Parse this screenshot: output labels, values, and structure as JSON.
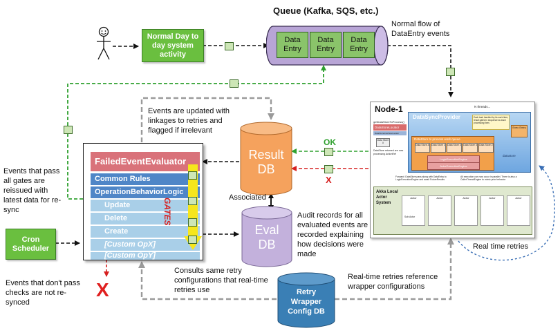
{
  "queue": {
    "title": "Queue (Kafka, SQS, etc.)",
    "entries": [
      "Data Entry",
      "Data Entry",
      "Data Entry"
    ]
  },
  "normal_activity": "Normal Day to day system activity",
  "normal_flow_note": "Normal flow of DataEntry events",
  "events_updated_note": "Events are updated with linkages to retries and flagged if irrelevant",
  "evaluator": {
    "title": "FailedEventEvaluator",
    "rules": [
      "Common Rules",
      "OperationBehaviorLogic"
    ],
    "ops": [
      "Update",
      "Delete",
      "Create",
      "[Custom OpX]",
      "[Custom OpY]"
    ],
    "gates_label": "GATES"
  },
  "reissue_note": "Events that pass all gates are reissued with latest data for re-sync",
  "cron": "Cron Scheduler",
  "result_db": "Result DB",
  "eval_db": "Eval DB",
  "retry_db": "Retry Wrapper Config DB",
  "associated": "Associated",
  "ok_label": "OK",
  "x_label": "X",
  "audit_note": "Audit records for all evaluated events are recorded explaining how decisions were made",
  "consults_note": "Consults same retry configurations that real-time retries use",
  "not_pass_note": "Events that don't pass checks are not re-synced",
  "big_x": "X",
  "realtime_retries": "Real time retries",
  "realtime_ref_note": "Real-time retries reference wrapper configurations",
  "node": {
    "title": "Node-1",
    "provider": "DataSyncProvider",
    "n_threads": "N threads...",
    "get_datastore": "getDataStoreToProcess()",
    "datastore_locator": "DataStoreLocator",
    "datastore_interface": "DataStoreInterfaceLocator",
    "datastore_process": "DataStore to process work queue",
    "datastore_returned": "DataStore returned are now processing ActionRef",
    "datastore_x": "Data Store X",
    "data_stores": [
      "Data Store A",
      "Data Store 1",
      "Data Store 2",
      "Data Store 3",
      "Data Store Z"
    ],
    "exec_entry": "Exec Entry",
    "logic_engine": "LogicExecutionEngine",
    "actor_engine": "ActorExecutionEngine",
    "datastore_label": "datastore",
    "akka": "Akka Local Actor System",
    "actor": "Actor",
    "forward_note": "Forward: DataStore pass along with DataEntry to LogicExecutionEngine and await FutureResults",
    "parallel_note": "All execution can now occur in parallel. There is also a CallerThreadEngine to mimic prior behavior",
    "dispatch_note": "Each task handled by its work item; result gated in sequence as each processing fixes",
    "actor_sub": "Sub Actor"
  },
  "colors": {
    "green": "#6abf3f",
    "queue": "#b8a5d6",
    "result_db": "#f5a25d",
    "eval_db": "#c3b1dc",
    "retry_db": "#3a7fb5",
    "evaluator_title": "#d9727a",
    "rule_blue": "#4f86c7",
    "op_blue": "#a9cfe8",
    "gates_yellow": "#f6e61c"
  }
}
